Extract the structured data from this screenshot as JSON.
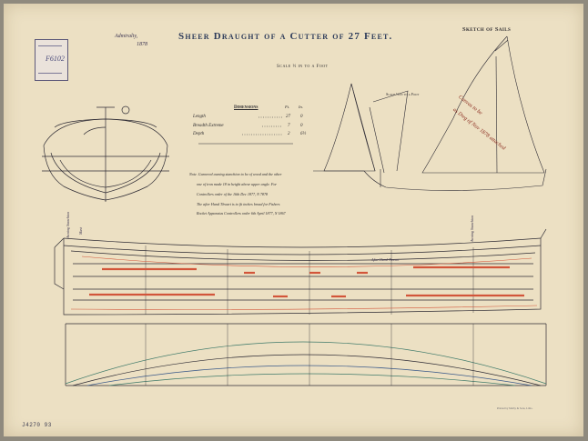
{
  "drawing": {
    "title": "Sheer Draught of a Cutter of 27 Feet.",
    "authority": "Admiralty,",
    "year": "1878",
    "scale_main": "Scale ½ in to a Foot",
    "sketch_title": "Sketch of Sails",
    "scale_sails": "Scale ⅛ in to a Foot",
    "sail_annotation": [
      "Canvas to be",
      "as Dwg of Nov 1878 attached"
    ],
    "catalogue_number": "J4270 93",
    "printer_note": "Printed by Malby & Sons, Litho."
  },
  "stamp": {
    "reference": "F6102"
  },
  "dimensions": {
    "heading": "Dimensions",
    "unit_ft": "Ft.",
    "unit_in": "In.",
    "rows": [
      {
        "label": "Length",
        "ft": "27",
        "in": "0"
      },
      {
        "label": "Breadth Extreme",
        "ft": "7",
        "in": "0"
      },
      {
        "label": "Depth",
        "ft": "2",
        "in": "6½"
      }
    ]
  },
  "note": {
    "head": "Note.",
    "lines": [
      "Note. Garnered awning stanchion to be of wood and the other",
      "one of iron made 18 in height above upper angle. For",
      "Controllers order of the 16th Dec 1877, N 7878",
      "The after Hand Thwart is to fit inches broad for Fishers",
      "Rocket Apparatus Controllers order 6th April 1877, N 1867"
    ]
  },
  "profile_marks": {
    "left": "Awning Stanchion",
    "mast": "Mast",
    "right": "Awning Stanchion",
    "mid": "After Hand Thwart"
  },
  "colors": {
    "paper": "#ece0c3",
    "ink": "#2c2a2e",
    "red_ink": "#d2553a",
    "green_line": "#3f7a6a",
    "blue_line": "#3b5a8a"
  }
}
